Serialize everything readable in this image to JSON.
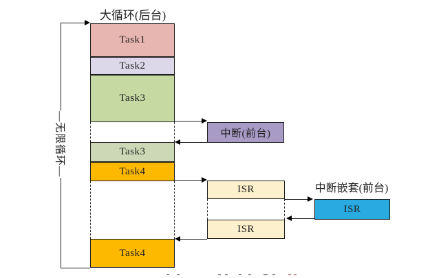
{
  "diagram": {
    "background_loop": {
      "title": "大循环(后台)",
      "loop_label": "—无限循环—",
      "tasks": {
        "task1": "Task1",
        "task2": "Task2",
        "task3": "Task3",
        "task3_repeat": "Task3",
        "task4": "Task4",
        "task4_repeat": "Task4"
      }
    },
    "foreground": {
      "interrupt_label": "中断(前台)",
      "isr1_label": "ISR",
      "isr2_label": "ISR",
      "nested_title": "中断嵌套(前台)",
      "nested_isr_label": "ISR"
    },
    "colors": {
      "task1": "#e7b6b1",
      "task2": "#dcd7e9",
      "task3": "#c6d9a3",
      "task3_repeat": "#cdd9b6",
      "task4": "#fcb900",
      "interrupt": "#a89cc7",
      "isr": "#fdf0cc",
      "nested_isr": "#29abe2",
      "line": "#1c1c1c"
    }
  }
}
